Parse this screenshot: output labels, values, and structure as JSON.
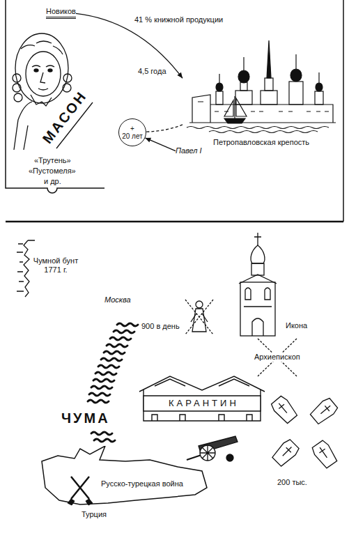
{
  "diagram": {
    "nodes": [
      {
        "text": [
          "Новиков"
        ]
      },
      {
        "text": [
          "Петропавловская крепость"
        ]
      },
      {
        "text": [
          "+",
          "20 лет"
        ]
      },
      {
        "text": [
          "Павел I"
        ]
      },
      {
        "text": [
          "КАРАНТИН"
        ]
      },
      {
        "text": [
          "Русско-турецкая война",
          "Турция"
        ]
      }
    ],
    "edges": [
      {
        "from": 0,
        "to": 1,
        "arrow": "to",
        "label": "4,5 года"
      },
      {
        "from": 1,
        "to": 2,
        "arrow": "none"
      },
      {
        "from": 3,
        "to": 2,
        "arrow": "to"
      }
    ],
    "labels": [
      "41 % книжной продукции",
      "МАСОН",
      "«Трутень»",
      "«Пустомеля»",
      "и др.",
      "Чумной бунт 1771 г.",
      "Москва",
      "900 в день",
      "Икона",
      "Архиепископ",
      "ЧУМА",
      "200 тыс."
    ]
  }
}
